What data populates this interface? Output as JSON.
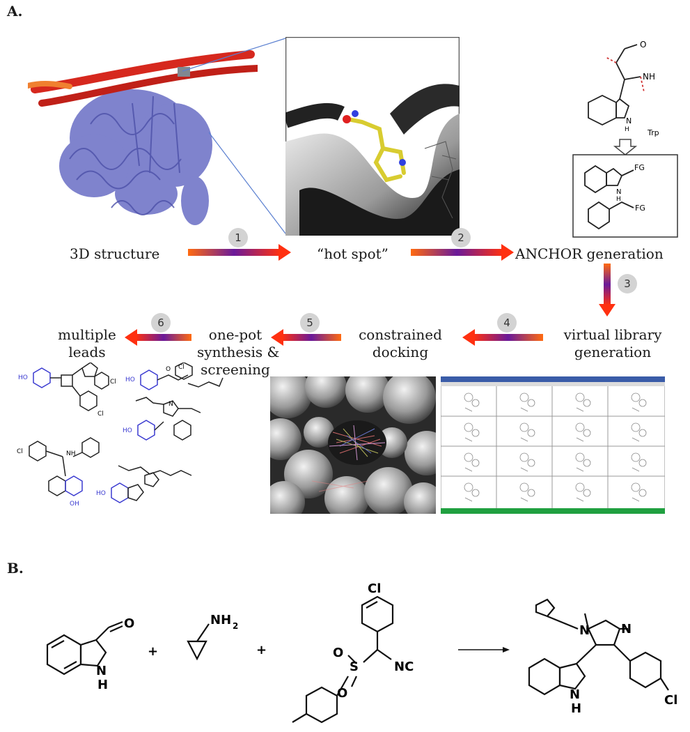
{
  "panels": {
    "a_label": "A.",
    "b_label": "B."
  },
  "workflow": {
    "nodes": {
      "structure": "3D structure",
      "hotspot": "“hot spot”",
      "anchor": "ANCHOR generation",
      "library_1": "virtual library",
      "library_2": "generation",
      "docking_1": "constrained",
      "docking_2": "docking",
      "synthesis_1": "one-pot",
      "synthesis_2": "synthesis &",
      "synthesis_3": "screening",
      "leads_1": "multiple",
      "leads_2": "leads"
    },
    "steps": [
      "1",
      "2",
      "3",
      "4",
      "5",
      "6"
    ],
    "anchor_chem": {
      "o": "O",
      "nh": "NH",
      "indole_h": "H",
      "indole_n": "N",
      "trp": "Trp",
      "fg1": "FG",
      "fg2": "FG",
      "box_h": "H",
      "box_n": "N"
    },
    "leads_chem": {
      "cl1": "Cl",
      "cl2": "Cl",
      "cl3": "Cl",
      "cl4": "Cl",
      "ho1": "HO",
      "ho2": "HO",
      "ho3": "HO",
      "ho4": "HO",
      "oh": "OH",
      "o1": "O",
      "nh": "NH",
      "n1": "N"
    }
  },
  "reaction": {
    "aldehyde_o": "O",
    "aldehyde_nh": "N",
    "aldehyde_h": "H",
    "plus1": "+",
    "amine": "NH",
    "amine_sub": "2",
    "plus2": "+",
    "tosmic_cl": "Cl",
    "tosmic_s": "S",
    "tosmic_o1": "O",
    "tosmic_o2": "O",
    "tosmic_nc": "NC",
    "product_n1": "N",
    "product_n2": "N",
    "product_nh": "N",
    "product_h": "H",
    "product_cl": "Cl"
  },
  "colors": {
    "arrow_start": "#ff3a10",
    "arrow_mid": "#8a1a8a",
    "arrow_end": "#2a2aa0",
    "helix": "#d6281e",
    "protein": "#7276c8",
    "ligand": "#d8cc30",
    "lead_blue": "#3a3ad0"
  }
}
